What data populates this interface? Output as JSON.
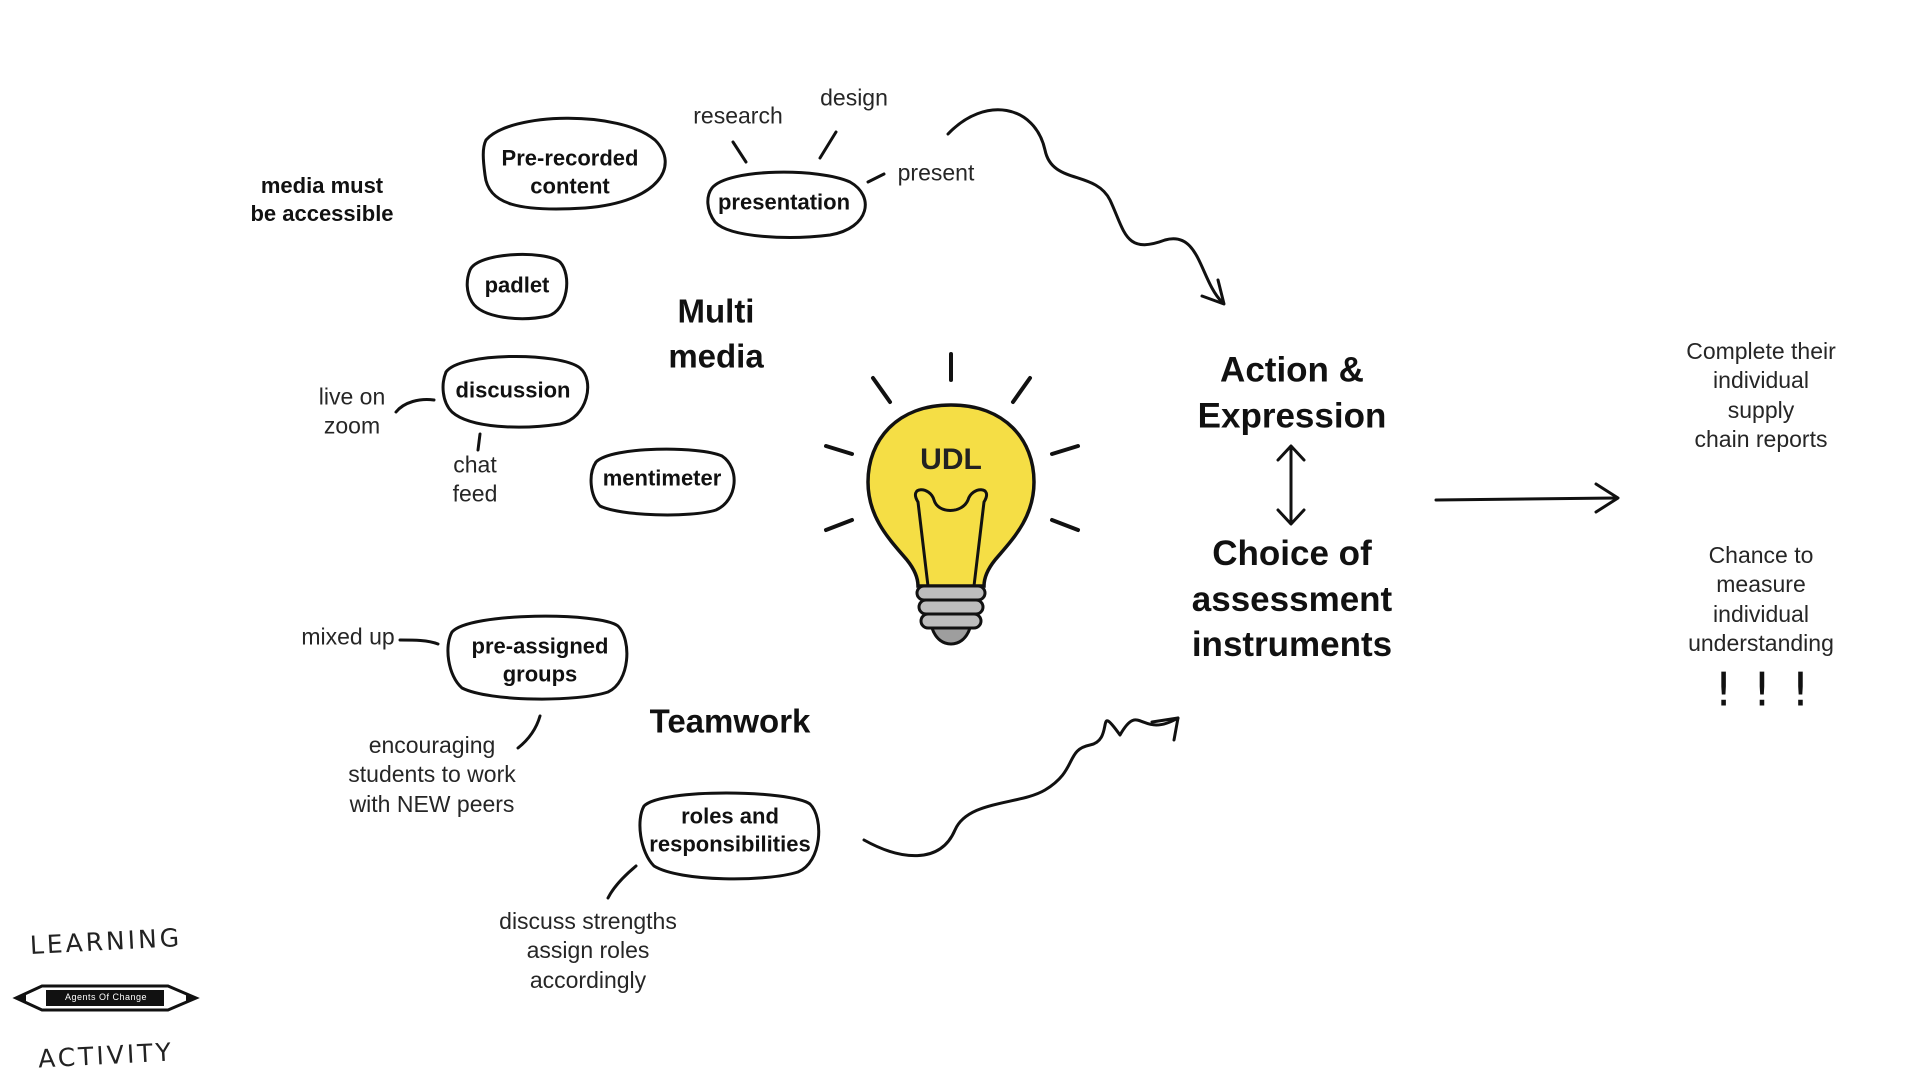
{
  "center": {
    "label": "UDL",
    "bulb_color": "#F5DE45"
  },
  "multimedia": {
    "heading": "Multi\nmedia",
    "accessibility_note": "media must\nbe accessible",
    "bubbles": {
      "prerecorded": "Pre-recorded\ncontent",
      "presentation": "presentation",
      "padlet": "padlet",
      "discussion": "discussion",
      "mentimeter": "mentimeter"
    },
    "presentation_branches": {
      "research": "research",
      "design": "design",
      "present": "present"
    },
    "discussion_branches": {
      "live": "live on\nzoom",
      "chat": "chat\nfeed"
    }
  },
  "teamwork": {
    "heading": "Teamwork",
    "bubbles": {
      "groups": "pre-assigned\ngroups",
      "roles": "roles and\nresponsibilities"
    },
    "notes": {
      "mixed": "mixed up",
      "encouraging": "encouraging\nstudents to work\nwith NEW peers",
      "discuss": "discuss strengths\nassign roles\naccordingly"
    }
  },
  "action": {
    "heading": "Action &\nExpression",
    "choice": "Choice of\nassessment\ninstruments"
  },
  "outcomes": {
    "reports": "Complete their\nindividual supply\nchain reports",
    "measure": "Chance to measure\nindividual understanding",
    "exclaim": "!!!"
  },
  "logo": {
    "top": "Learning",
    "middle": "Agents Of Change",
    "bottom": "Activity"
  }
}
